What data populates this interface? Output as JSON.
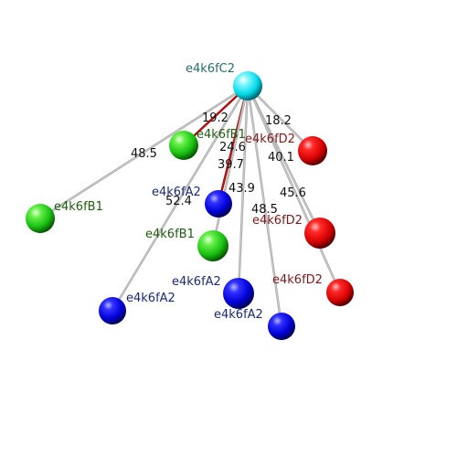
{
  "colors": {
    "background": "#ffffff",
    "bond_gray": "#c8c8c8",
    "bond_red": "#cc1010",
    "label_dark_cyan": "#2a6b6b",
    "label_dark_green": "#1f5a12",
    "label_dark_blue": "#1c2a6e",
    "label_dark_red": "#7a1a1a",
    "distance_text": "#111111"
  },
  "atoms": [
    {
      "id": "C2",
      "label": "e4k6fC2",
      "color": "cyan",
      "label_color": "label_dark_cyan"
    },
    {
      "id": "B1a",
      "label": "e4k6fB1",
      "color": "green",
      "label_color": "label_dark_green"
    },
    {
      "id": "B1b",
      "label": "e4k6fB1",
      "color": "green",
      "label_color": "label_dark_green"
    },
    {
      "id": "B1c",
      "label": "e4k6fB1",
      "color": "green",
      "label_color": "label_dark_green"
    },
    {
      "id": "A2a",
      "label": "e4k6fA2",
      "color": "blue",
      "label_color": "label_dark_blue"
    },
    {
      "id": "A2b",
      "label": "e4k6fA2",
      "color": "blue",
      "label_color": "label_dark_blue"
    },
    {
      "id": "A2c",
      "label": "e4k6fA2",
      "color": "blue",
      "label_color": "label_dark_blue"
    },
    {
      "id": "A2d",
      "label": "e4k6fA2",
      "color": "blue",
      "label_color": "label_dark_blue"
    },
    {
      "id": "D2a",
      "label": "e4k6fD2",
      "color": "red",
      "label_color": "label_dark_red"
    },
    {
      "id": "D2b",
      "label": "e4k6fD2",
      "color": "red",
      "label_color": "label_dark_red"
    },
    {
      "id": "D2c",
      "label": "e4k6fD2",
      "color": "red",
      "label_color": "label_dark_red"
    }
  ],
  "bonds": [
    {
      "from": "C2",
      "to": "B1a",
      "distance": "19.2",
      "style": "red"
    },
    {
      "from": "C2",
      "to": "B1c",
      "distance": "48.5",
      "style": "gray"
    },
    {
      "from": "C2",
      "to": "D2a",
      "distance": "18.2",
      "style": "gray"
    },
    {
      "from": "C2",
      "to": "A2a",
      "distance": "24.6",
      "style": "red"
    },
    {
      "from": "C2",
      "to": "B1b",
      "distance": "39.7",
      "style": "gray"
    },
    {
      "from": "C2",
      "to": "D2b",
      "distance": "40.1",
      "style": "gray"
    },
    {
      "from": "C2",
      "to": "A2b",
      "distance": "43.9",
      "style": "gray"
    },
    {
      "from": "C2",
      "to": "D2c",
      "distance": "45.6",
      "style": "gray"
    },
    {
      "from": "C2",
      "to": "A2d",
      "distance": "48.5",
      "style": "gray"
    },
    {
      "from": "C2",
      "to": "A2c",
      "distance": "52.4",
      "style": "gray"
    }
  ]
}
